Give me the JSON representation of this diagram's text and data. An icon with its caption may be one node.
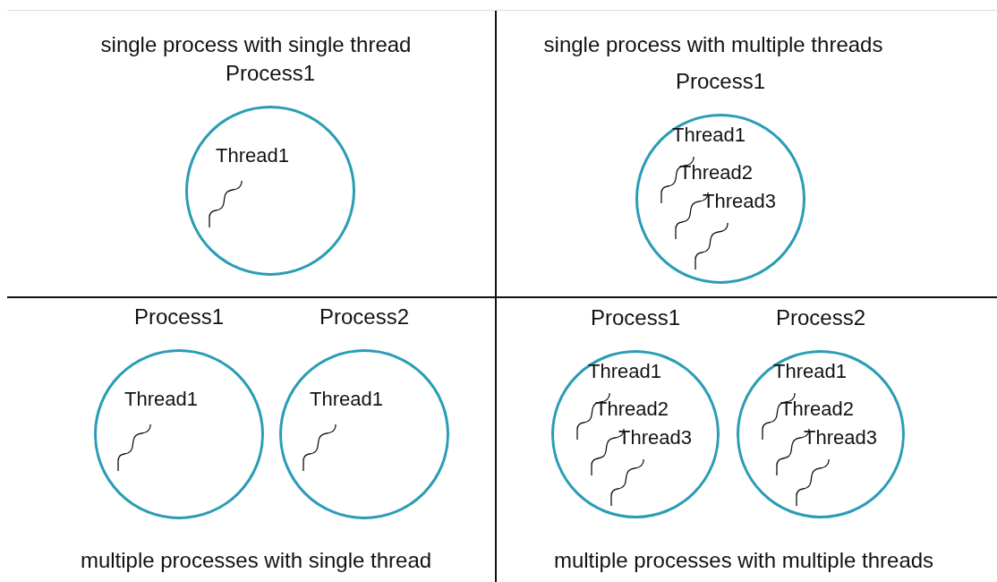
{
  "diagram": {
    "nodes": [
      {
        "text": [
          "Process1",
          "Thread1"
        ]
      },
      {
        "text": [
          "Process1",
          "Thread1",
          "Thread2",
          "Thread3"
        ]
      },
      {
        "text": [
          "Process1",
          "Thread1"
        ]
      },
      {
        "text": [
          "Process2",
          "Thread1"
        ]
      },
      {
        "text": [
          "Process1",
          "Thread1",
          "Thread2",
          "Thread3"
        ]
      },
      {
        "text": [
          "Process2",
          "Thread1",
          "Thread2",
          "Thread3"
        ]
      }
    ],
    "labels": [
      "single process with single thread",
      "single process with multiple threads",
      "multiple processes with single thread",
      "multiple processes with multiple threads"
    ]
  }
}
